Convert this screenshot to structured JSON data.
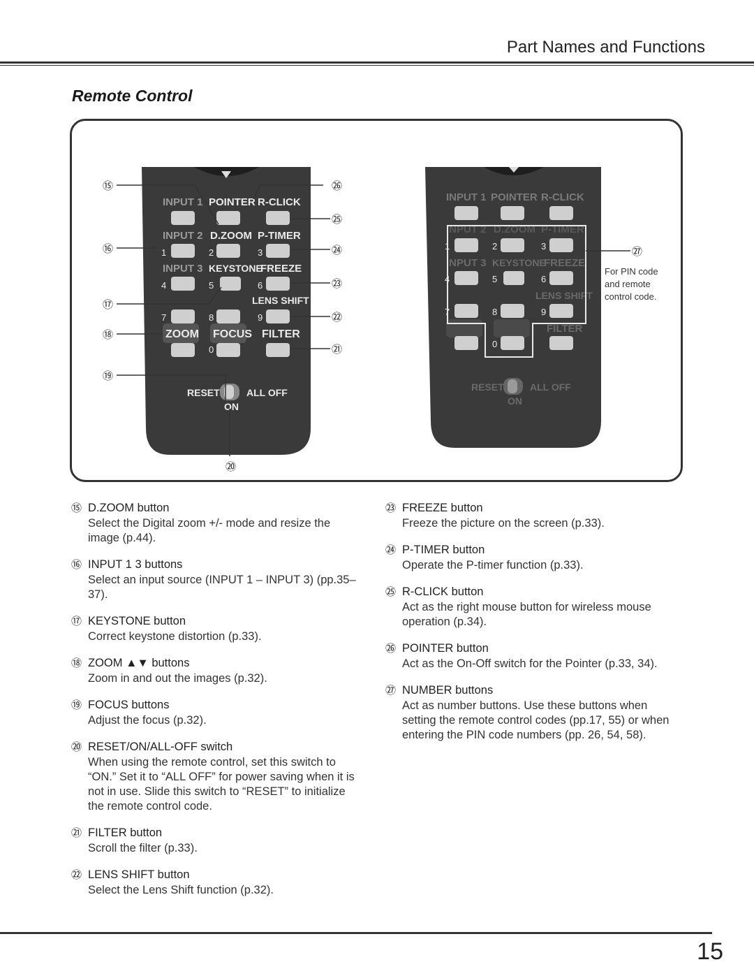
{
  "header": {
    "title": "Part Names and Functions"
  },
  "section": {
    "title": "Remote Control"
  },
  "figure": {
    "remote_left": {
      "labels": {
        "input1": "INPUT 1",
        "pointer": "POINTER",
        "rclick": "R-CLICK",
        "input2": "INPUT 2",
        "dzoom": "D.ZOOM",
        "ptimer": "P-TIMER",
        "input3": "INPUT 3",
        "keystone": "KEYSTONE",
        "freeze": "FREEZE",
        "lensshift": "LENS SHIFT",
        "zoom": "ZOOM",
        "focus": "FOCUS",
        "filter": "FILTER",
        "reset": "RESET",
        "alloff": "ALL OFF",
        "on": "ON"
      },
      "digits": [
        "1",
        "2",
        "3",
        "4",
        "5",
        "6",
        "7",
        "8",
        "9",
        "0"
      ]
    },
    "remote_right": {
      "labels": {
        "input1": "INPUT 1",
        "pointer": "POINTER",
        "rclick": "R-CLICK",
        "input2": "INPUT 2",
        "dzoom": "D.ZOOM",
        "ptimer": "P-TIMER",
        "input3": "INPUT 3",
        "keystone": "KEYSTONE",
        "freeze": "FREEZE",
        "lensshift": "LENS SHIFT",
        "filter": "FILTER",
        "reset": "RESET",
        "alloff": "ALL OFF",
        "on": "ON"
      },
      "digits": [
        "1",
        "2",
        "3",
        "4",
        "5",
        "6",
        "7",
        "8",
        "9",
        "0"
      ]
    },
    "callouts": [
      "⑮",
      "⑯",
      "⑰",
      "⑱",
      "⑲",
      "⑳",
      "㉑",
      "㉒",
      "㉓",
      "㉔",
      "㉕",
      "㉖",
      "㉗"
    ],
    "pin_note": [
      "For PIN code",
      "and remote",
      "control code."
    ]
  },
  "left_items": [
    {
      "num": "⑮",
      "title": "D.ZOOM button",
      "desc": "Select the Digital zoom +/- mode and resize the image (p.44)."
    },
    {
      "num": "⑯",
      "title": "INPUT 1   3 buttons",
      "desc": "Select an input source (INPUT 1 – INPUT 3) (pp.35–37)."
    },
    {
      "num": "⑰",
      "title": "KEYSTONE button",
      "desc": "Correct keystone distortion (p.33)."
    },
    {
      "num": "⑱",
      "title": "ZOOM ▲▼ buttons",
      "desc": "Zoom in and out the images (p.32)."
    },
    {
      "num": "⑲",
      "title": "FOCUS buttons",
      "desc": "Adjust the focus (p.32)."
    },
    {
      "num": "⑳",
      "title": "RESET/ON/ALL-OFF switch",
      "desc": "When using the remote control, set this switch to “ON.” Set it to “ALL OFF” for power saving when it is not in use. Slide this switch to “RESET” to initialize the remote control code."
    },
    {
      "num": "㉑",
      "title": "FILTER button",
      "desc": "Scroll the filter (p.33)."
    },
    {
      "num": "㉒",
      "title": "LENS SHIFT button",
      "desc": "Select the Lens Shift function (p.32)."
    }
  ],
  "right_items": [
    {
      "num": "㉓",
      "title": "FREEZE button",
      "desc": "Freeze the picture on the screen (p.33)."
    },
    {
      "num": "㉔",
      "title": "P-TIMER button",
      "desc": "Operate the P-timer function (p.33)."
    },
    {
      "num": "㉕",
      "title": "R-CLICK button",
      "desc": "Act as the right mouse button for wireless mouse operation (p.34)."
    },
    {
      "num": "㉖",
      "title": "POINTER button",
      "desc": "Act as the On-Off switch for the Pointer (p.33, 34)."
    },
    {
      "num": "㉗",
      "title": "NUMBER buttons",
      "desc": "Act as number buttons. Use these buttons when setting the remote control codes (pp.17, 55) or when entering the PIN code numbers (pp. 26, 54, 58)."
    }
  ],
  "footer": {
    "page_number": "15"
  },
  "colors": {
    "remote_body": "#3a3a3a",
    "button": "#cfcfcf",
    "text_dark": "#222222",
    "label_light": "#e8e8e8",
    "label_dim": "#8a8a8a"
  }
}
